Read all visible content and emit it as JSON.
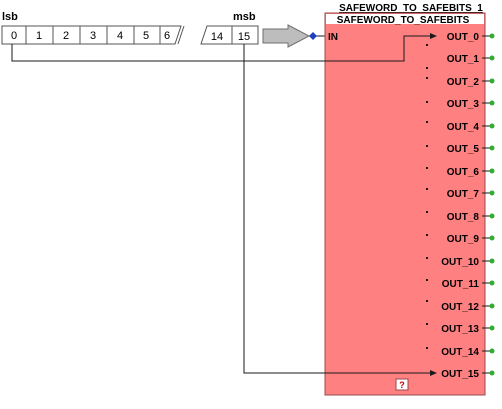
{
  "word_register": {
    "lsb_label": "lsb",
    "msb_label": "msb",
    "bits_left": [
      "0",
      "1",
      "2",
      "3",
      "4",
      "5",
      "6"
    ],
    "bits_right": [
      "14",
      "15"
    ]
  },
  "block": {
    "instance_name": "SAFEWORD_TO_SAFEBITS_1",
    "type_name": "SAFEWORD_TO_SAFEBITS",
    "input_label": "IN",
    "outputs": [
      "OUT_0",
      "OUT_1",
      "OUT_2",
      "OUT_3",
      "OUT_4",
      "OUT_5",
      "OUT_6",
      "OUT_7",
      "OUT_8",
      "OUT_9",
      "OUT_10",
      "OUT_11",
      "OUT_12",
      "OUT_13",
      "OUT_14",
      "OUT_15"
    ],
    "help_badge": "?"
  },
  "colors": {
    "block_fill": "#ff8080",
    "block_border": "#9a4a4a",
    "header_fill": "#ffffff",
    "wire": "#1a1a1a",
    "output_pin": "#2fae2f",
    "input_pin": "#1f3fbf",
    "arrow_fill": "#bdbdbd"
  }
}
